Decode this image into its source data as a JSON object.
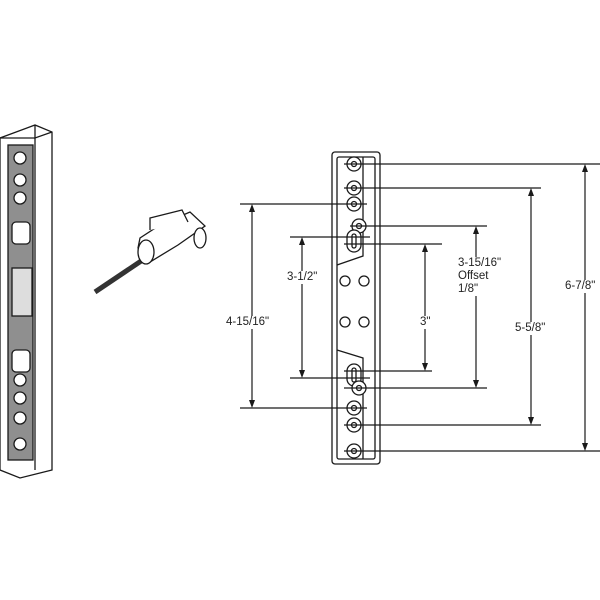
{
  "dimensions": {
    "overall_height": "6-7/8\"",
    "outer_hole_spacing": "5-5/8\"",
    "screw_spacing": "4-15/16\"",
    "offset_spacing": "3-15/16\"",
    "offset_label": "Offset",
    "offset_value": "1/8\"",
    "slot_spacing_outer": "3-1/2\"",
    "slot_spacing_inner": "3\""
  },
  "colors": {
    "line": "#1a1a1a",
    "shade": "#9a9a9a"
  }
}
